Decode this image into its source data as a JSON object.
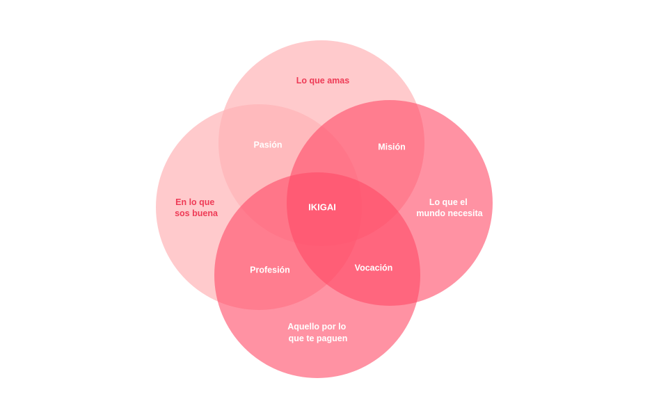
{
  "diagram": {
    "title": "",
    "circles": {
      "love": {
        "label_lines": [
          "Lo que amas"
        ],
        "color": "#ffb4b7",
        "opacity": 0.7
      },
      "good_at": {
        "label_lines": [
          "En lo que",
          "sos buena"
        ],
        "color": "#ffb4b7",
        "opacity": 0.7
      },
      "world_needs": {
        "label_lines": [
          "Lo que el",
          "mundo necesita"
        ],
        "color": "#ff4a66",
        "opacity": 0.6
      },
      "paid_for": {
        "label_lines": [
          "Aquello por lo",
          "que te paguen"
        ],
        "color": "#ff4a66",
        "opacity": 0.6
      }
    },
    "intersections": {
      "passion": "Pasión",
      "mission": "Misión",
      "profession": "Profesión",
      "vocation": "Vocación"
    },
    "center": "IKIGAI",
    "colors": {
      "outer_label": "#ee3b56",
      "inner_label": "#ffffff",
      "background": "#ffffff"
    }
  }
}
